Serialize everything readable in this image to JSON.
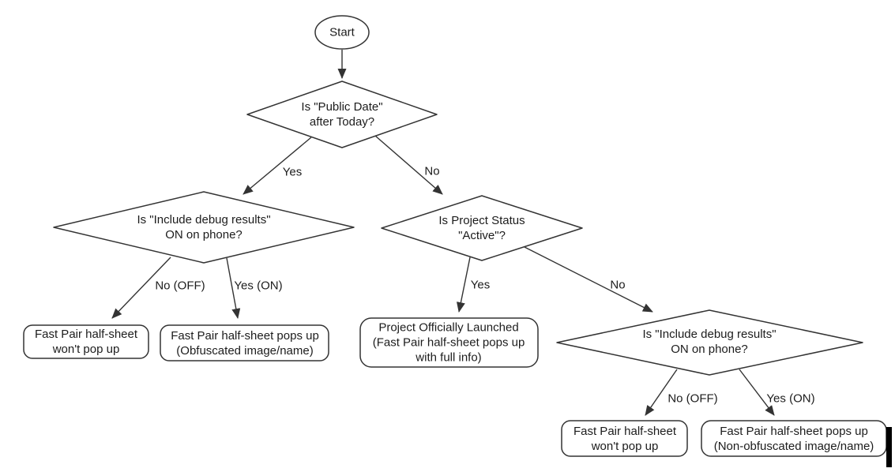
{
  "diagram": {
    "type": "flowchart",
    "colors": {
      "background": "#ffffff",
      "stroke": "#333333",
      "text": "#1c1c1c",
      "cursor_bar": "#000000"
    },
    "nodes": {
      "start": {
        "shape": "ellipse",
        "label": "Start"
      },
      "d_public_date": {
        "shape": "decision",
        "lines": [
          "Is \"Public Date\"",
          "after Today?"
        ]
      },
      "d_debug_left": {
        "shape": "decision",
        "lines": [
          "Is \"Include debug results\"",
          "ON on phone?"
        ]
      },
      "d_project_status": {
        "shape": "decision",
        "lines": [
          "Is Project Status",
          "\"Active\"?"
        ]
      },
      "d_debug_right": {
        "shape": "decision",
        "lines": [
          "Is \"Include debug results\"",
          "ON on phone?"
        ]
      },
      "leaf_no_popup_left": {
        "shape": "rounded-rect",
        "lines": [
          "Fast Pair half-sheet",
          "won't pop up"
        ]
      },
      "leaf_obfuscated": {
        "shape": "rounded-rect",
        "lines": [
          "Fast Pair half-sheet pops up",
          "(Obfuscated image/name)"
        ]
      },
      "leaf_launched": {
        "shape": "rounded-rect",
        "lines": [
          "Project Officially Launched",
          "(Fast Pair half-sheet pops up",
          "with full info)"
        ]
      },
      "leaf_no_popup_right": {
        "shape": "rounded-rect",
        "lines": [
          "Fast Pair half-sheet",
          "won't pop up"
        ]
      },
      "leaf_non_obfuscated": {
        "shape": "rounded-rect",
        "lines": [
          "Fast Pair half-sheet pops up",
          "(Non-obfuscated image/name)"
        ]
      }
    },
    "edge_labels": {
      "yes_1": "Yes",
      "no_1": "No",
      "no_off_left": "No (OFF)",
      "yes_on_left": "Yes (ON)",
      "yes_2": "Yes",
      "no_2": "No",
      "no_off_right": "No (OFF)",
      "yes_on_right": "Yes (ON)"
    }
  }
}
